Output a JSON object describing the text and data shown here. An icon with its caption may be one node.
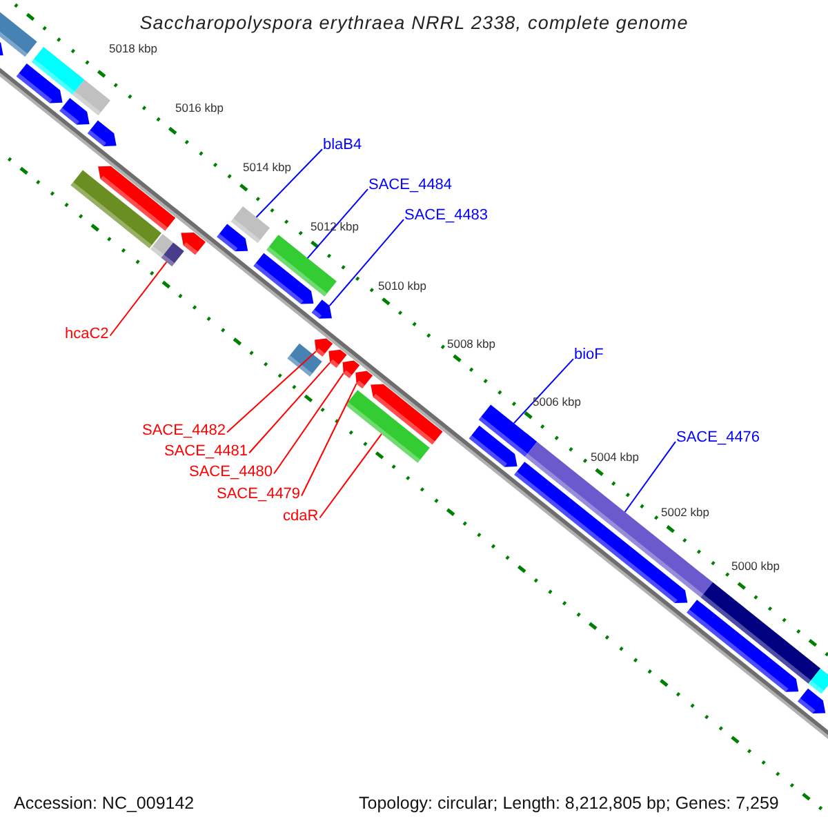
{
  "diagram": {
    "title": "Saccharopolyspora erythraea NRRL 2338, complete genome",
    "nodes": [
      {
        "text": [
          "blaB4"
        ]
      },
      {
        "text": [
          "SACE_4484"
        ]
      },
      {
        "text": [
          "SACE_4483"
        ]
      },
      {
        "text": [
          "hcaC2"
        ]
      },
      {
        "text": [
          "bioF"
        ]
      },
      {
        "text": [
          "SACE_4482"
        ]
      },
      {
        "text": [
          "SACE_4476"
        ]
      },
      {
        "text": [
          "SACE_4481"
        ]
      },
      {
        "text": [
          "SACE_4480"
        ]
      },
      {
        "text": [
          "SACE_4479"
        ]
      },
      {
        "text": [
          "cdaR"
        ]
      },
      {
        "text": [],
        "shape": "bar"
      },
      {
        "text": [],
        "shape": "pentagon"
      },
      {
        "text": [],
        "shape": "pentagon"
      },
      {
        "text": [],
        "shape": "bar"
      },
      {
        "text": [],
        "shape": "pentagon"
      },
      {
        "text": [],
        "shape": "bar"
      },
      {
        "text": [],
        "shape": "pentagon"
      },
      {
        "text": [],
        "shape": "bar"
      },
      {
        "text": [],
        "shape": "pentagon"
      },
      {
        "text": [],
        "shape": "bar"
      },
      {
        "text": [],
        "shape": "bar"
      },
      {
        "text": [],
        "shape": "pentagon"
      },
      {
        "text": [],
        "shape": "pentagon"
      },
      {
        "text": [],
        "shape": "bar"
      },
      {
        "text": [],
        "shape": "pentagon"
      },
      {
        "text": [],
        "shape": "bar"
      },
      {
        "text": [],
        "shape": "pentagon"
      },
      {
        "text": [],
        "shape": "bar"
      },
      {
        "text": [],
        "shape": "pentagon"
      },
      {
        "text": [],
        "shape": "pentagon"
      },
      {
        "text": [],
        "shape": "pentagon"
      },
      {
        "text": [],
        "shape": "pentagon"
      },
      {
        "text": [],
        "shape": "bar"
      },
      {
        "text": [],
        "shape": "pentagon"
      },
      {
        "text": [],
        "shape": "bar"
      },
      {
        "text": [],
        "shape": "pentagon"
      },
      {
        "text": [],
        "shape": "bar"
      },
      {
        "text": [],
        "shape": "pentagon"
      },
      {
        "text": [],
        "shape": "pentagon"
      },
      {
        "text": [],
        "shape": "bar"
      },
      {
        "text": [],
        "shape": "bar"
      },
      {
        "text": [],
        "shape": "pentagon"
      }
    ],
    "edges": [
      {
        "from": 0,
        "to": 24,
        "arrow": "none",
        "color": "#0000ff"
      },
      {
        "from": 1,
        "to": 26,
        "arrow": "none",
        "color": "#0000ff"
      },
      {
        "from": 2,
        "to": 27,
        "arrow": "none",
        "color": "#0000ff"
      },
      {
        "from": 3,
        "to": 21,
        "arrow": "none"
      },
      {
        "from": 4,
        "to": 35,
        "arrow": "none",
        "color": "#0000ff"
      },
      {
        "from": 5,
        "to": 29,
        "arrow": "none"
      },
      {
        "from": 6,
        "to": 37,
        "arrow": "none",
        "color": "#0000ff"
      },
      {
        "from": 7,
        "to": 30,
        "arrow": "none"
      },
      {
        "from": 8,
        "to": 31,
        "arrow": "none"
      },
      {
        "from": 9,
        "to": 32,
        "arrow": "none"
      },
      {
        "from": 10,
        "to": 33,
        "arrow": "none"
      }
    ],
    "labels": [
      "5018 kbp",
      "5016 kbp",
      "5014 kbp",
      "5012 kbp",
      "5010 kbp",
      "5008 kbp",
      "5006 kbp",
      "5004 kbp",
      "5002 kbp",
      "5000 kbp",
      "Accession: NC_009142",
      "Topology: circular; Length: 8,212,805 bp; Genes: 7,259"
    ]
  }
}
